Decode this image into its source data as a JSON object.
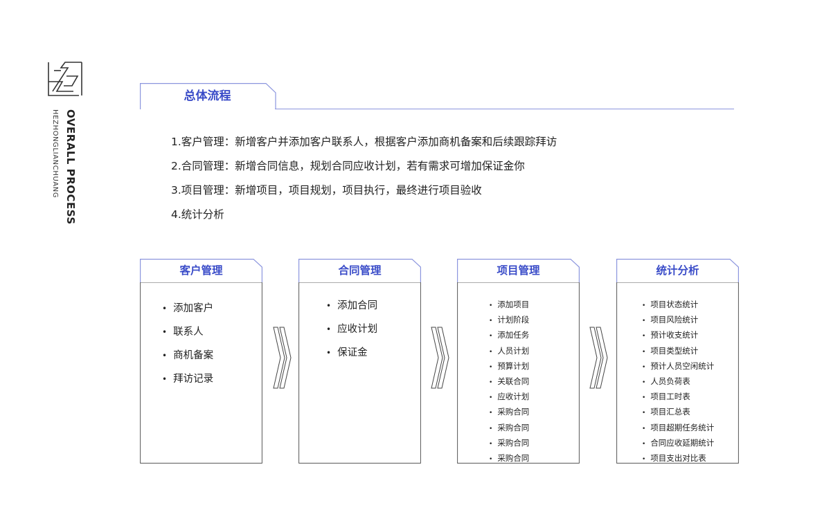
{
  "side": {
    "title": "OVERALL PROCESS",
    "subtitle": "HEZHONGLIANCHUANG"
  },
  "section": {
    "title": "总体流程"
  },
  "steps": [
    "1.客户管理：新增客户并添加客户联系人，根据客户添加商机备案和后续跟踪拜访",
    "2.合同管理：新增合同信息，规划合同应收计划，若有需求可增加保证金你",
    "3.项目管理：新增项目，项目规划，项目执行，最终进行项目验收",
    "4.统计分析"
  ],
  "cards": [
    {
      "title": "客户管理",
      "items": [
        "添加客户",
        "联系人",
        "商机备案",
        "拜访记录"
      ]
    },
    {
      "title": "合同管理",
      "items": [
        "添加合同",
        "应收计划",
        "保证金"
      ]
    },
    {
      "title": "项目管理",
      "items": [
        "添加项目",
        "计划阶段",
        "添加任务",
        "人员计划",
        "预算计划",
        "关联合同",
        "应收计划",
        "采购合同",
        "采购合同",
        "采购合同",
        "采购合同"
      ]
    },
    {
      "title": "统计分析",
      "items": [
        "项目状态统计",
        "项目风险统计",
        "预计收支统计",
        "项目类型统计",
        "预计人员空闲统计",
        "人员负荷表",
        "项目工时表",
        "项目汇总表",
        "项目超期任务统计",
        "合同应收延期统计",
        "项目支出对比表"
      ]
    }
  ],
  "colors": {
    "accent": "#3a4cc8",
    "border": "#8b95de",
    "frame": "#555555"
  }
}
